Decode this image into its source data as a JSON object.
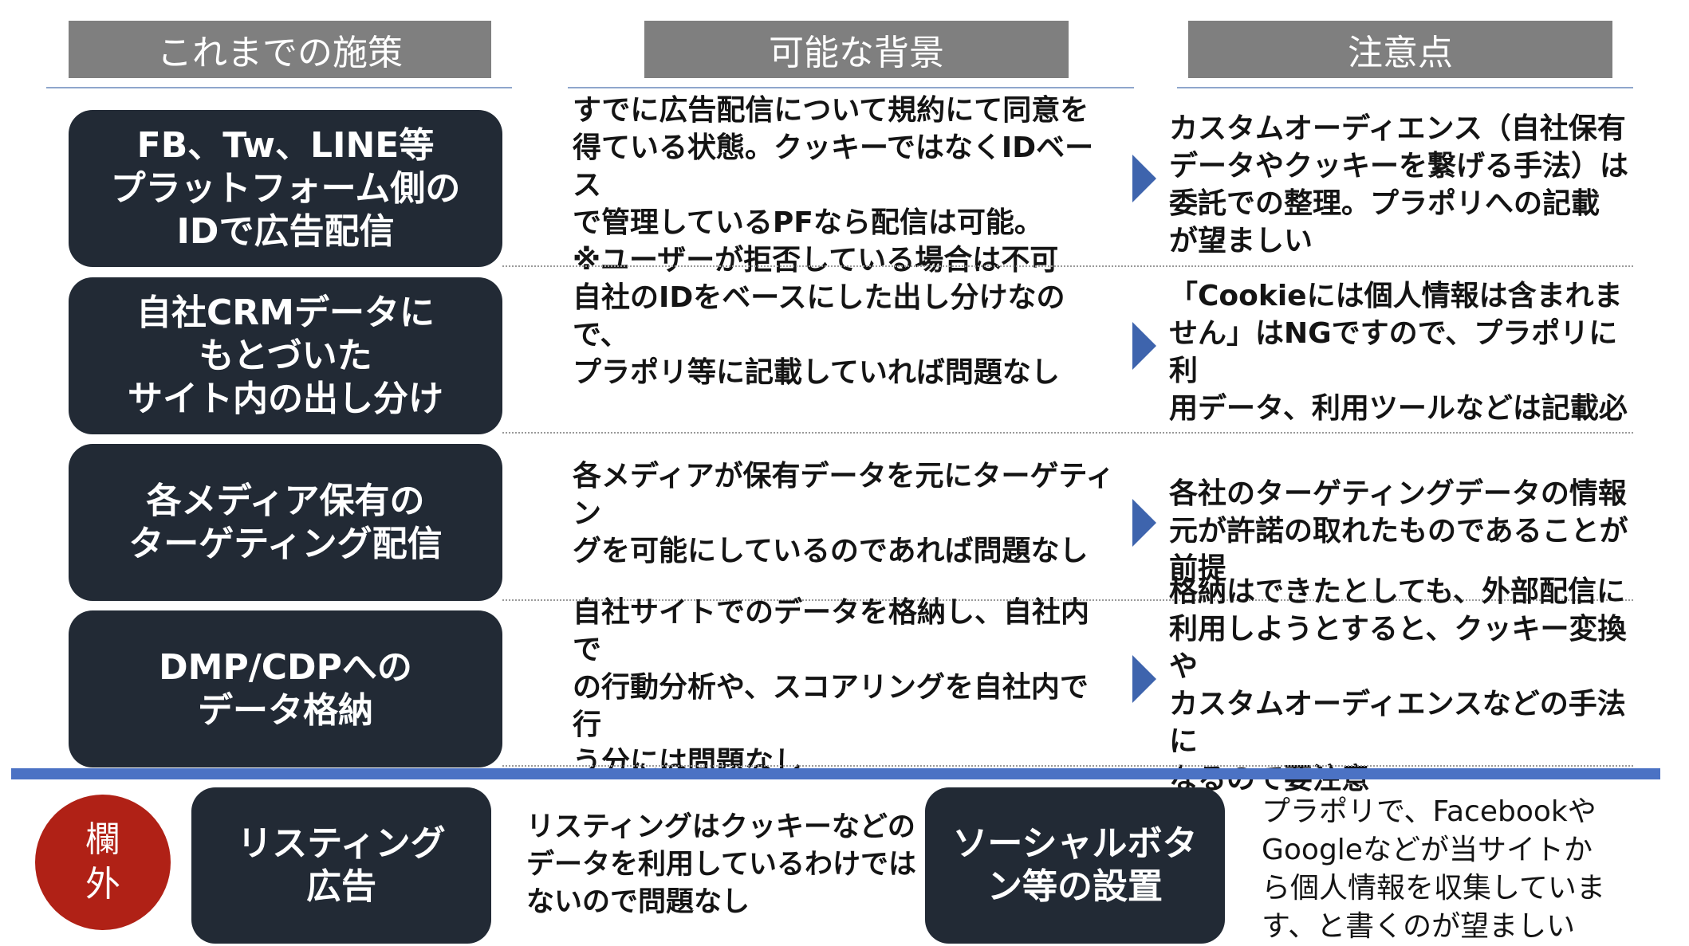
{
  "headers": {
    "measures": "これまでの施策",
    "background": "可能な背景",
    "caution": "注意点"
  },
  "rows": [
    {
      "measure": "FB、Tw、LINE等\nプラットフォーム側の\nIDで広告配信",
      "reason": "すでに広告配信について規約にて同意を\n得ている状態。クッキーではなくIDベース\nで管理しているPFなら配信は可能。\n※ユーザーが拒否している場合は不可",
      "note": "カスタムオーディエンス（自社保有\nデータやクッキーを繋げる手法）は\n委託での整理。プラポリへの記載\nが望ましい"
    },
    {
      "measure": "自社CRMデータに\nもとづいた\nサイト内の出し分け",
      "reason": "自社のIDをベースにした出し分けなので、\nプラポリ等に記載していれば問題なし",
      "note": "「Cookieには個人情報は含まれま\nせん」はNGですので、プラポリに利\n用データ、利用ツールなどは記載必"
    },
    {
      "measure": "各メディア保有の\nターゲティング配信",
      "reason": "各メディアが保有データを元にターゲティン\nグを可能にしているのであれば問題なし",
      "note": "各社のターゲティングデータの情報\n元が許諾の取れたものであることが\n前提"
    },
    {
      "measure": "DMP/CDPへの\nデータ格納",
      "reason": "自社サイトでのデータを格納し、自社内で\nの行動分析や、スコアリングを自社内で行\nう分には問題なし",
      "note": "格納はできたとしても、外部配信に\n利用しようとすると、クッキー変換や\nカスタムオーディエンスなどの手法に\nなるので要注意"
    }
  ],
  "extra": {
    "badge": "欄\n外",
    "listing_title": "リスティング\n広告",
    "listing_text": "リスティングはクッキーなどの\nデータを利用しているわけでは\nないので問題なし",
    "social_title": "ソーシャルボタ\nン等の設置",
    "social_text": "プラポリで、Facebookや\nGoogleなどが当サイトか\nら個人情報を収集していま\nす、と書くのが望ましい"
  },
  "colors": {
    "header_gray": "#7f7f7f",
    "dark_box": "#222a35",
    "accent_blue": "#3e64ad",
    "badge_red": "#b02116"
  }
}
